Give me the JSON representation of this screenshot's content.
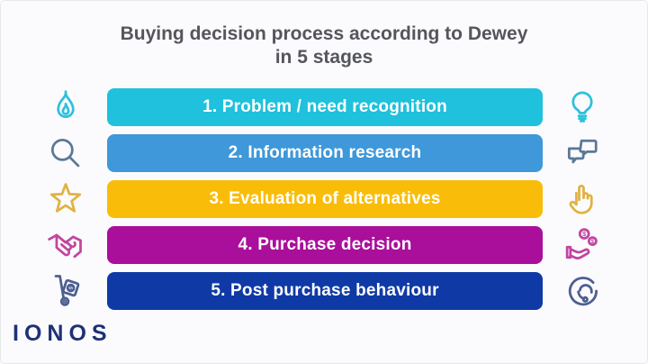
{
  "title": {
    "line1": "Buying decision process according to Dewey",
    "line2": "in 5 stages"
  },
  "stages": [
    {
      "label": "1. Problem / need recognition",
      "color": "#1fc1dc",
      "icon_color": "#2fc0da",
      "left_icon": "flame-icon",
      "right_icon": "lightbulb-icon"
    },
    {
      "label": "2. Information research",
      "color": "#3e98d9",
      "icon_color": "#5b7897",
      "left_icon": "magnifier-icon",
      "right_icon": "speech-bubbles-icon"
    },
    {
      "label": "3. Evaluation of alternatives",
      "color": "#f9bd09",
      "icon_color": "#e0b244",
      "left_icon": "star-icon",
      "right_icon": "pointing-hand-icon"
    },
    {
      "label": "4. Purchase decision",
      "color": "#a90f9a",
      "icon_color": "#c2459f",
      "left_icon": "handshake-icon",
      "right_icon": "hand-coins-icon"
    },
    {
      "label": "5. Post purchase behaviour",
      "color": "#0f3aa6",
      "icon_color": "#4d5f91",
      "left_icon": "hand-truck-icon",
      "right_icon": "headset-support-icon"
    }
  ],
  "coin_symbol": "$",
  "logo": {
    "text": "IONOS",
    "color": "#1e3176"
  },
  "page": {
    "background": "#fbfbfd",
    "border_color": "#e7e8ea",
    "title_color": "#54565c",
    "bar_text_color": "#ffffff"
  }
}
